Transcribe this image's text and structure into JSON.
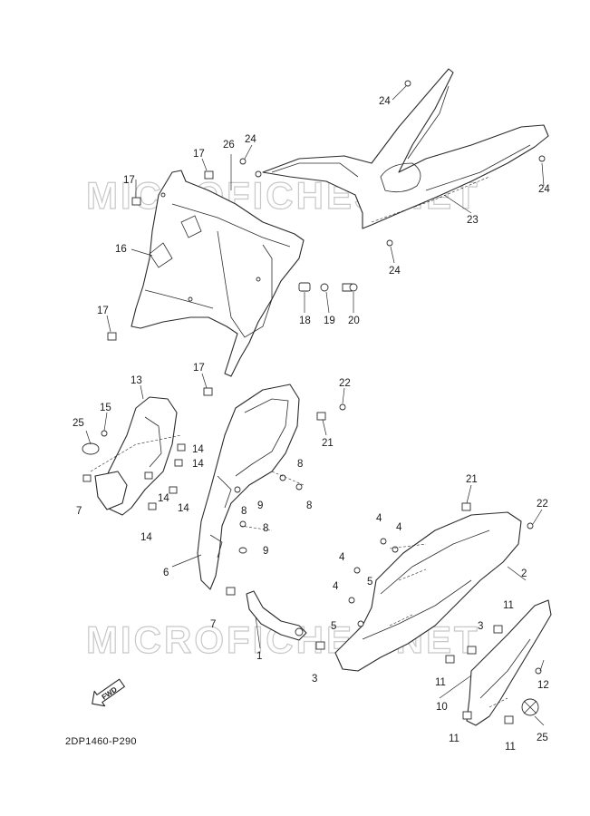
{
  "watermark": "MICROFICHES.NET",
  "diagram_code": "2DP1460-P290",
  "forward_badge": "FWD",
  "callouts": [
    "1",
    "2",
    "3",
    "4",
    "5",
    "6",
    "7",
    "8",
    "9",
    "10",
    "11",
    "12",
    "13",
    "14",
    "15",
    "16",
    "17",
    "18",
    "19",
    "20",
    "21",
    "22",
    "23",
    "24",
    "25",
    "26"
  ]
}
